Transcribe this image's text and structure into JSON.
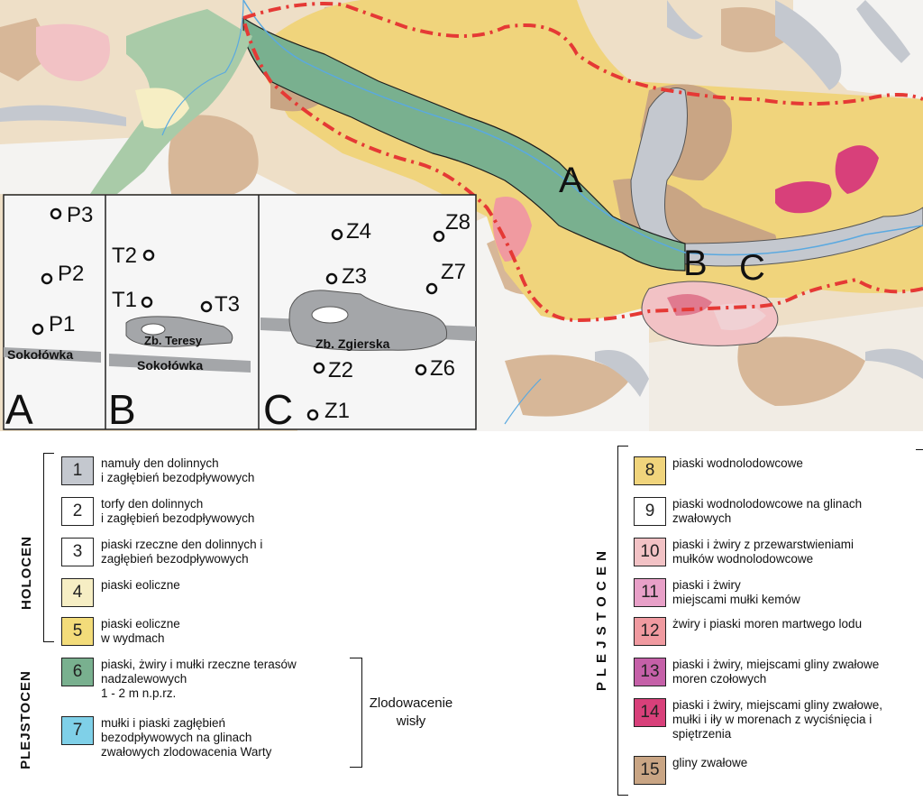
{
  "map": {
    "site_labels": {
      "a": "A",
      "b": "B",
      "c": "C"
    },
    "inset": {
      "panels": [
        {
          "letter": "A",
          "points": [
            "P3",
            "P2",
            "P1"
          ],
          "river": "Sokołówka"
        },
        {
          "letter": "B",
          "points": [
            "T2",
            "T1",
            "T3"
          ],
          "reservoir": "Zb. Teresy",
          "river": "Sokołówka"
        },
        {
          "letter": "C",
          "points": [
            "Z4",
            "Z8",
            "Z3",
            "Z7",
            "Z2",
            "Z6",
            "Z1"
          ],
          "reservoir": "Zb. Zgierska"
        }
      ]
    }
  },
  "legend": {
    "groups": {
      "holocen": "HOLOCEN",
      "plejstocen_left": "PLEJSTOCEN",
      "plejstocen_right": "P L E J S T O C E N"
    },
    "glaciation": "Zlodowacenie\nwisły",
    "colors": {
      "1": "#c4c8cf",
      "2": "#ffffff",
      "3": "#ffffff",
      "4": "#f6eec4",
      "5": "#f3dc7a",
      "6": "#79b08f",
      "7": "#7fd0e8",
      "8": "#f0d47c",
      "9": "#ffffff",
      "10": "#f2c2c5",
      "11": "#e8a0c8",
      "12": "#f09aa0",
      "13": "#c560a8",
      "14": "#d8407a",
      "15": "#c9a584"
    },
    "items": [
      {
        "num": "1",
        "text": "namuły den dolinnych\ni zagłębień bezodpływowych"
      },
      {
        "num": "2",
        "text": "torfy den dolinnych\ni zagłębień bezodpływowych"
      },
      {
        "num": "3",
        "text": "piaski rzeczne den dolinnych i\nzagłębień bezodpływowych"
      },
      {
        "num": "4",
        "text": "piaski eoliczne"
      },
      {
        "num": "5",
        "text": "piaski eoliczne\nw wydmach"
      },
      {
        "num": "6",
        "text": "piaski, żwiry i mułki rzeczne terasów\nnadzalewowych\n1 - 2 m n.p.rz."
      },
      {
        "num": "7",
        "text": "mułki i piaski zagłębień\nbezodpływowych na glinach\nzwałowych zlodowacenia Warty"
      },
      {
        "num": "8",
        "text": "piaski wodnolodowcowe"
      },
      {
        "num": "9",
        "text": "piaski wodnolodowcowe na glinach\nzwałowych"
      },
      {
        "num": "10",
        "text": "piaski i żwiry z przewarstwieniami\nmułków wodnolodowcowe"
      },
      {
        "num": "11",
        "text": "piaski i żwiry\nmiejscami mułki kemów"
      },
      {
        "num": "12",
        "text": "żwiry i piaski moren martwego lodu"
      },
      {
        "num": "13",
        "text": "piaski i żwiry, miejscami gliny zwałowe\nmoren czołowych"
      },
      {
        "num": "14",
        "text": "piaski i żwiry, miejscami gliny zwałowe,\nmułki i iły w morenach z wyciśnięcia i\nspiętrzenia"
      },
      {
        "num": "15",
        "text": "gliny zwałowe"
      }
    ]
  }
}
